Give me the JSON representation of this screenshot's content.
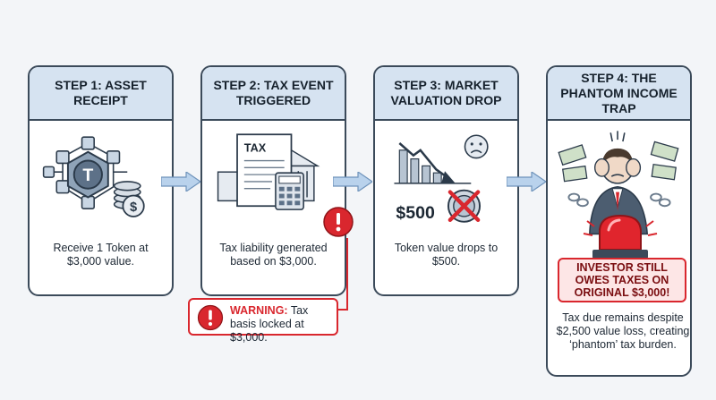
{
  "steps": [
    {
      "title": "STEP 1: ASSET RECEIPT",
      "description": "Receive 1 Token at $3,000 value."
    },
    {
      "title": "STEP 2: TAX EVENT TRIGGERED",
      "description": "Tax liability generated based on $3,000.",
      "doc_label": "TAX"
    },
    {
      "title": "STEP 3: MARKET VALUATION DROP",
      "description": "Token value drops to $500.",
      "price_label": "$500"
    },
    {
      "title": "STEP 4: THE PHANTOM INCOME TRAP",
      "callout": "INVESTOR STILL OWES TAXES ON ORIGINAL $3,000!",
      "description": "Tax due remains despite $2,500 value loss, creating ‘phantom’ tax burden."
    }
  ],
  "warning": {
    "label": "WARNING:",
    "text": "Tax basis locked at $3,000."
  },
  "colors": {
    "header_bg": "#d6e3f1",
    "border": "#3b4a5a",
    "alert_red": "#d9272e",
    "arrow_blue": "#b9d2ec"
  }
}
